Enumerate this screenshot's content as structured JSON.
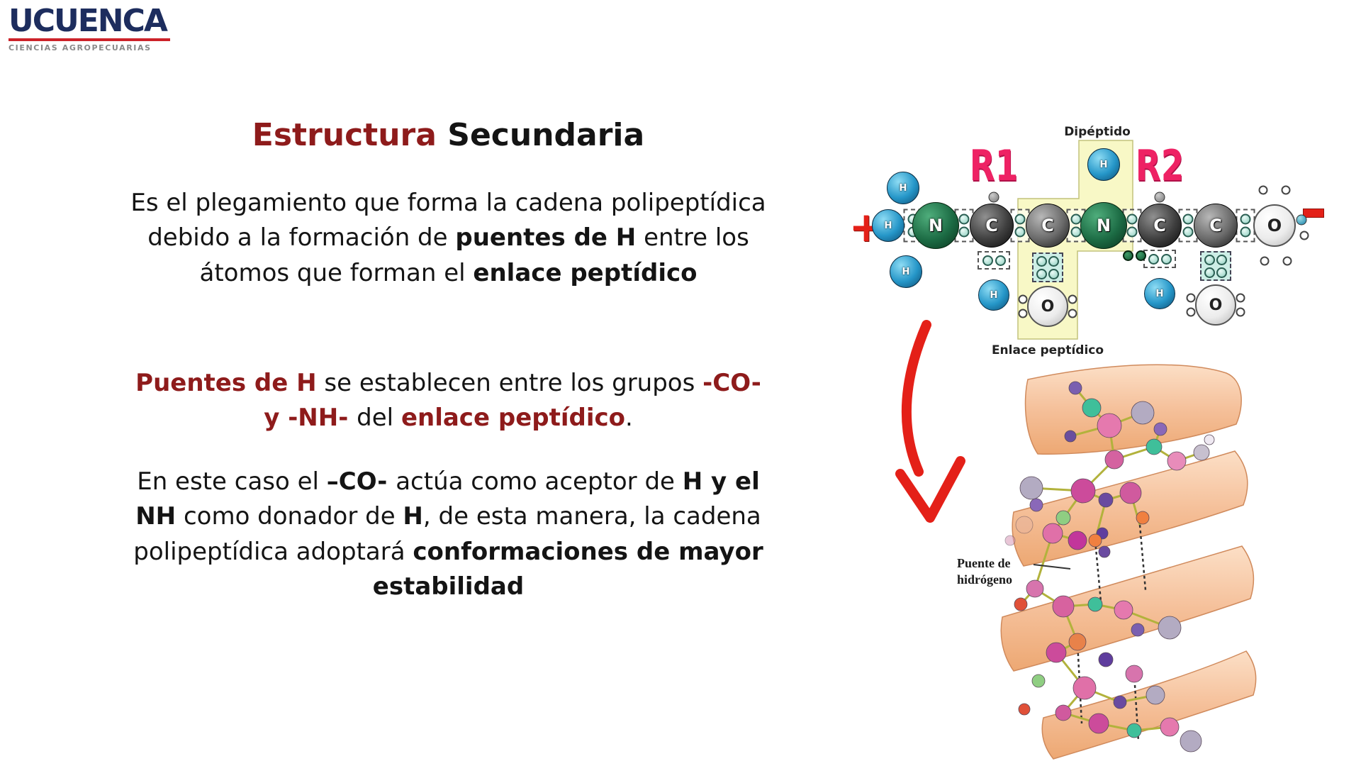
{
  "logo": {
    "title": "UCUENCA",
    "subtitle": "CIENCIAS AGROPECUARIAS"
  },
  "title": {
    "part1": "Estructura",
    "part2": " Secundaria"
  },
  "paragraphs": {
    "p1": {
      "lines": [
        [
          {
            "t": "Es el plegamiento que forma la cadena polipeptídica",
            "s": "n"
          }
        ],
        [
          {
            "t": "debido a la formación de ",
            "s": "n"
          },
          {
            "t": "puentes de H",
            "s": "b"
          },
          {
            "t": " entre los",
            "s": "n"
          }
        ],
        [
          {
            "t": "átomos que forman el ",
            "s": "n"
          },
          {
            "t": "enlace peptídico",
            "s": "b"
          }
        ]
      ]
    },
    "p2": {
      "lines": [
        [
          {
            "t": "Puentes de H",
            "s": "rb"
          },
          {
            "t": " se establecen entre los grupos ",
            "s": "n"
          },
          {
            "t": "-CO-",
            "s": "rb"
          }
        ],
        [
          {
            "t": "y -NH- ",
            "s": "rb"
          },
          {
            "t": " del ",
            "s": "n"
          },
          {
            "t": "enlace peptídico",
            "s": "rb"
          },
          {
            "t": ".",
            "s": "n"
          }
        ]
      ]
    },
    "p3": {
      "lines": [
        [
          {
            "t": "En este caso el ",
            "s": "n"
          },
          {
            "t": "–CO- ",
            "s": "b"
          },
          {
            "t": " actúa como aceptor de ",
            "s": "n"
          },
          {
            "t": "H y el",
            "s": "b"
          }
        ],
        [
          {
            "t": "NH",
            "s": "b"
          },
          {
            "t": " como donador de ",
            "s": "n"
          },
          {
            "t": "H",
            "s": "b"
          },
          {
            "t": ", de esta manera, la cadena",
            "s": "n"
          }
        ],
        [
          {
            "t": "polipeptídica adoptará ",
            "s": "n"
          },
          {
            "t": "conformaciones de mayor",
            "s": "b"
          }
        ],
        [
          {
            "t": "estabilidad",
            "s": "b"
          }
        ]
      ]
    }
  },
  "diagram": {
    "title": "Dipéptido",
    "r1_label": "R1",
    "r2_label": "R2",
    "bond_label": "Enlace peptídico",
    "plus_label": "+",
    "main_chain": [
      "N",
      "C",
      "C",
      "N",
      "C",
      "C",
      "O"
    ],
    "hydrogen_label": "H",
    "oxygen_label": "O"
  },
  "helix": {
    "label_line1": "Puente de",
    "label_line2": "hidrógeno"
  },
  "palette": {
    "dark_red_text": "#8e1b1b",
    "body_text": "#141414",
    "logo_navy": "#1d2d5e",
    "logo_red": "#cc2229",
    "logo_gray": "#8a8a8a",
    "r_label_pink": "#ee2264",
    "accent_red": "#e42018",
    "peptide_highlight_yellow": "#f8f8c6",
    "nitrogen_green": "#1c6b44",
    "carbon_gray": "#3f3f3f",
    "hydrogen_blue": "#2596c8",
    "oxygen_white": "#ececec",
    "ribbon_peach": "#f5c09a"
  }
}
